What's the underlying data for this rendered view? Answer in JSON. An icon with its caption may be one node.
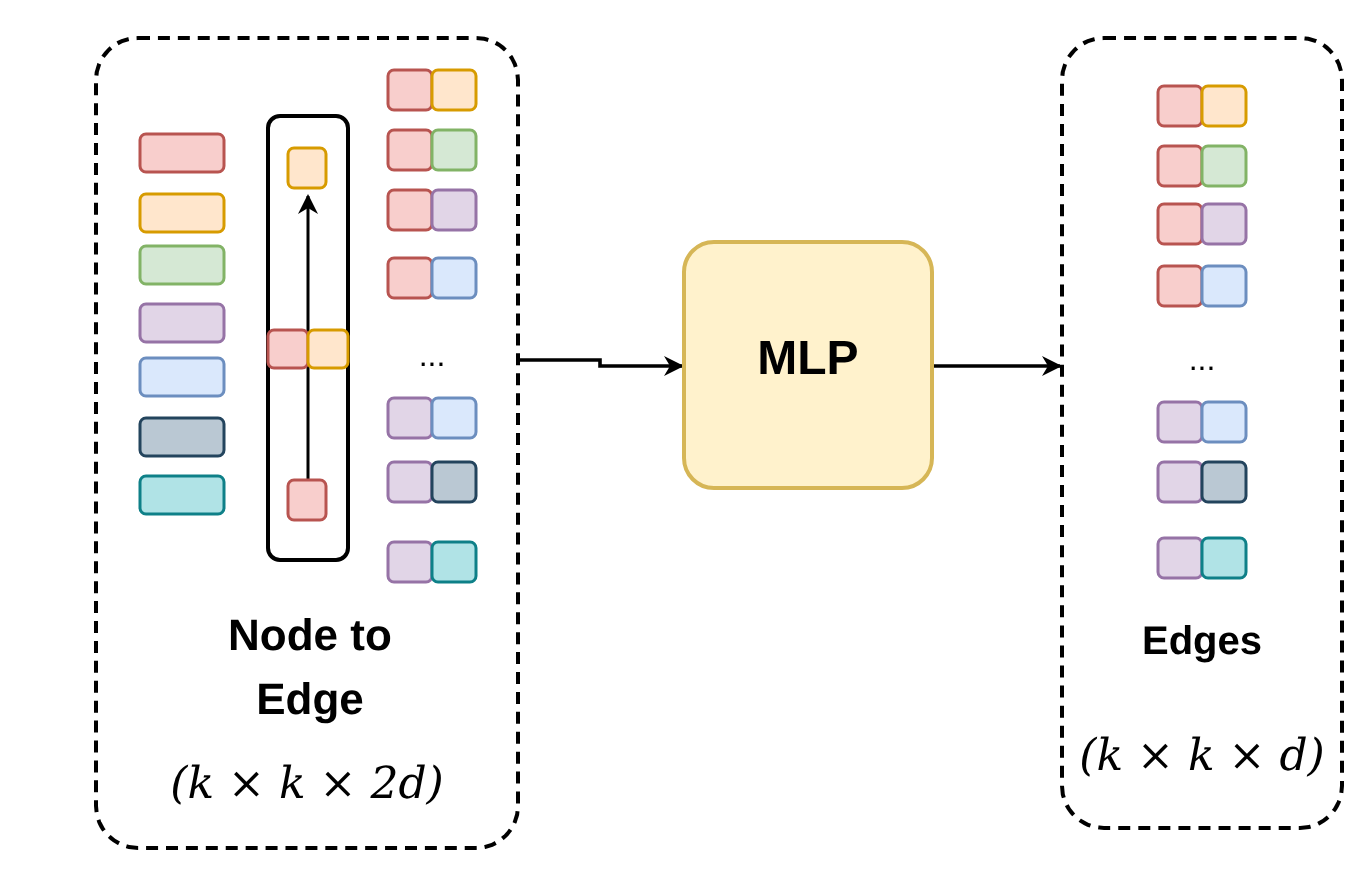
{
  "diagram": {
    "nodes": [
      {
        "text": [
          "Node to Edge",
          "(k × k × 2d)"
        ]
      },
      {
        "text": [
          "MLP"
        ]
      },
      {
        "text": [
          "Edges",
          "(k × k × d)"
        ]
      }
    ],
    "edges": [
      {
        "from": 0,
        "to": 1,
        "arrow": "to"
      },
      {
        "from": 1,
        "to": 2,
        "arrow": "to"
      }
    ],
    "labels": [
      "...",
      "..."
    ]
  }
}
